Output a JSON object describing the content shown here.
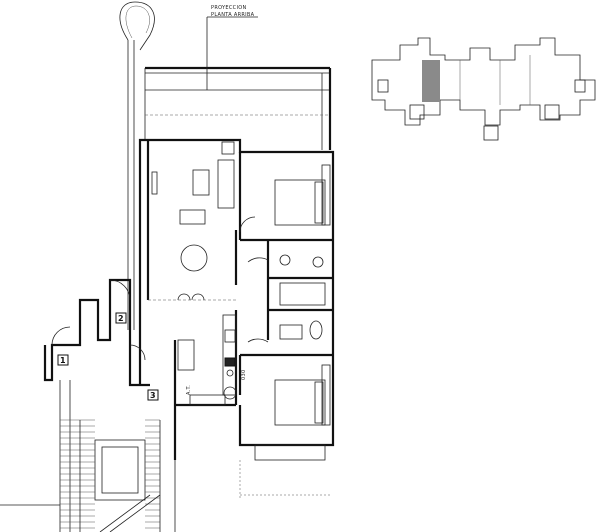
{
  "projection_label": {
    "line1": "PROYECCION",
    "line2": "PLANTA ARRIBA"
  },
  "markers": [
    "1",
    "2",
    "3"
  ],
  "kitchen_labels": {
    "water_heater": "A.T.",
    "appliance": "030"
  },
  "key_plan": {
    "highlight_color": "#8a8a8a"
  }
}
